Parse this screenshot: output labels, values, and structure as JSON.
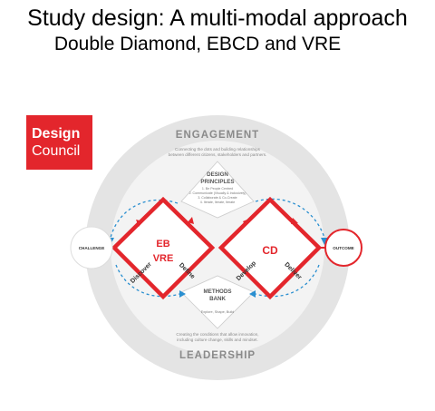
{
  "header": {
    "title": "Study design: A multi-modal approach",
    "subtitle": "Double Diamond, EBCD and VRE"
  },
  "logo": {
    "line1": "Design",
    "line2": "Council"
  },
  "diagram": {
    "engagement": {
      "label": "ENGAGEMENT",
      "text1": "Connecting the dots and building relationships",
      "text2": "between different citizens, stakeholders and partners."
    },
    "principles": {
      "title1": "DESIGN",
      "title2": "PRINCIPLES",
      "items": [
        "1. Be People Centred",
        "2. Communicate (Visually & Inclusively)",
        "3. Collaborate & Co-Create",
        "4. Iterate, Iterate, Iterate"
      ]
    },
    "methods": {
      "title1": "METHODS",
      "title2": "BANK",
      "text": "Explore, Shape, Build"
    },
    "challenge": "CHALLENGE",
    "outcome": "OUTCOME",
    "left_diamond": {
      "overlay1": "EB",
      "overlay2": "VRE",
      "discover": "Discover",
      "define": "Define"
    },
    "right_diamond": {
      "overlay": "CD",
      "develop": "Develop",
      "deliver": "Deliver"
    },
    "leadership": {
      "label": "LEADERSHIP",
      "text1": "Creating the conditions that allow innovation,",
      "text2": "including culture change, skills and mindset."
    }
  },
  "colors": {
    "red": "#e3262c",
    "ring": "#e3e3e3",
    "inner": "#f0f0f0",
    "text_gray": "#7a7a7a",
    "arrow_blue": "#2a8fd0"
  }
}
